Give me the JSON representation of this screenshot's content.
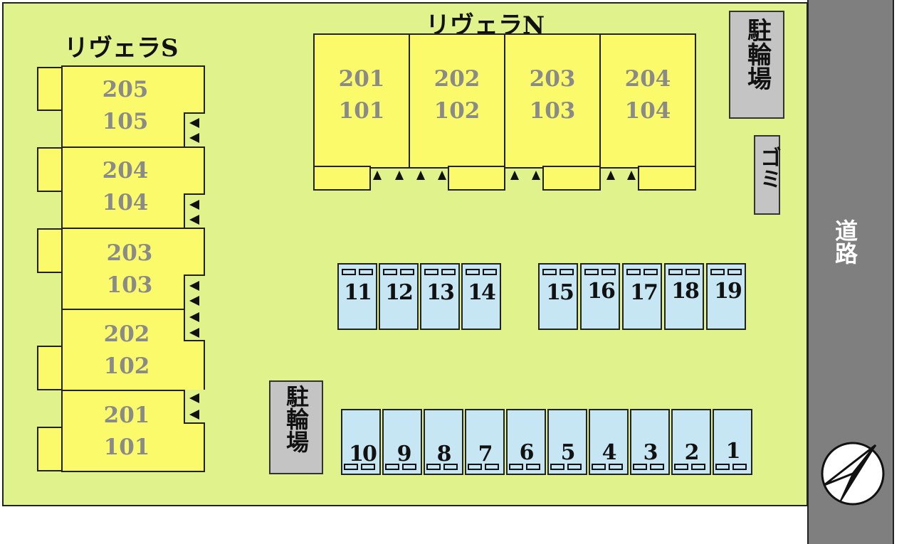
{
  "building_south": {
    "title": "リヴェラS",
    "units": [
      {
        "upper": "205",
        "lower": "105"
      },
      {
        "upper": "204",
        "lower": "104"
      },
      {
        "upper": "203",
        "lower": "103"
      },
      {
        "upper": "202",
        "lower": "102"
      },
      {
        "upper": "201",
        "lower": "101"
      }
    ]
  },
  "building_north": {
    "title": "リヴェラN",
    "units": [
      {
        "upper": "201",
        "lower": "101"
      },
      {
        "upper": "202",
        "lower": "102"
      },
      {
        "upper": "203",
        "lower": "103"
      },
      {
        "upper": "204",
        "lower": "104"
      }
    ]
  },
  "bicycle_parking_label": "駐輪場",
  "garbage_label": "ゴミ",
  "road_label": "道路",
  "parking_upper": [
    "11",
    "12",
    "13",
    "14",
    "15",
    "16",
    "17",
    "18",
    "19"
  ],
  "parking_lower": [
    "10",
    "9",
    "8",
    "7",
    "6",
    "5",
    "4",
    "3",
    "2",
    "1"
  ],
  "colors": {
    "lot": "#dff28c",
    "building": "#fafa6a",
    "parking": "#c6e6f4",
    "road": "#7f7f7f",
    "facility": "#c4c4c4"
  }
}
